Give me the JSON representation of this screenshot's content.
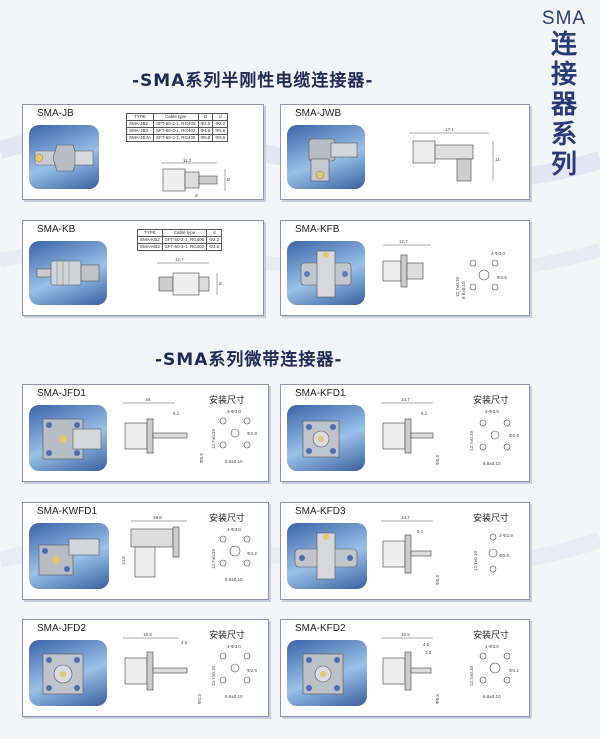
{
  "side_title": {
    "latin": "SMA",
    "chars": [
      "连",
      "接",
      "器",
      "系",
      "列"
    ]
  },
  "sections": {
    "semi_rigid": "-SMA系列半刚性电缆连接器-",
    "microstrip": "-SMA系列微带连接器-"
  },
  "install_label": "安装尺寸",
  "cards": {
    "jb": {
      "name": "SMA-JB",
      "table": {
        "headers": [
          "TYPE",
          "Cable type",
          "D",
          "d"
        ],
        "rows": [
          [
            "SMA-JB2",
            "SFT-50-2-1, RG405",
            "Φ3.0",
            "Φ2.2"
          ],
          [
            "SMA-JB3",
            "SFT-50-3-1, RG402",
            "Φ4.8",
            "Φ3.6"
          ],
          [
            "SMA-JB3A",
            "SFT-50-3-1, RG405",
            "Φ5.8",
            "Φ3.6"
          ]
        ]
      },
      "dims": [
        "11.2",
        "D",
        "d"
      ]
    },
    "jwb": {
      "name": "SMA-JWB",
      "dims": [
        "17.1",
        "11"
      ]
    },
    "kb": {
      "name": "SMA-KB",
      "table": {
        "headers": [
          "TYPE",
          "Cable type",
          "d"
        ],
        "rows": [
          [
            "SMA-KB2",
            "SFT-50-2-1, RG405",
            "Φ2.2"
          ],
          [
            "SMA-KB3",
            "SFT-50-3-1, RG402",
            "Φ3.6"
          ]
        ]
      },
      "dims": [
        "12.7",
        "d"
      ]
    },
    "kfb": {
      "name": "SMA-KFB",
      "dims": [
        "12.7",
        "4-Φ3.0",
        "Φ3.6",
        "12.7±0.10",
        "8.8±0.10"
      ]
    },
    "jfd1": {
      "name": "SMA-JFD1",
      "dims": [
        "18",
        "5.1",
        "Φ0.9",
        "Φ2.9",
        "8.8±0.10",
        "4-Φ3.0",
        "12.7±0.10"
      ]
    },
    "kfd1": {
      "name": "SMA-KFD1",
      "dims": [
        "14.7",
        "5.1",
        "Φ0.9",
        "Φ2.9",
        "8.8±0.10",
        "4-Φ3.0",
        "12.7±0.10"
      ]
    },
    "kwfd1": {
      "name": "SMA-KWFD1",
      "dims": [
        "18.8",
        "14.6",
        "Φ4.2",
        "8.8±0.10",
        "4-Φ3.0",
        "12.7±0.10"
      ]
    },
    "kfd3": {
      "name": "SMA-KFD3",
      "dims": [
        "14.7",
        "5.1",
        "2-Φ2.8",
        "Φ0.9",
        "12.7±0.10"
      ]
    },
    "jfd2": {
      "name": "SMA-JFD2",
      "dims": [
        "18.8",
        "4.0",
        "Φ2.9",
        "Φ1.3",
        "8.8±0.10",
        "4-Φ3.0",
        "12.7±0.10"
      ]
    },
    "kfd2": {
      "name": "SMA-KFD2",
      "dims": [
        "15.5",
        "4.0",
        "2.5",
        "Φ4.2",
        "Φ0.9",
        "8.8±0.10",
        "4-Φ3.0",
        "12.7±0.10"
      ]
    }
  }
}
